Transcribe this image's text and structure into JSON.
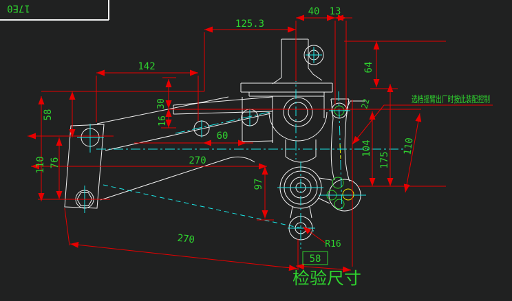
{
  "drawing": {
    "corner_label": "17E0",
    "note_text": "选档摇臂出厂时按此装配控制",
    "inspection_text": "检验尺寸",
    "colors": {
      "background": "#202121",
      "geometry": "#f2f2f2",
      "dimension_lines": "#e80000",
      "dimension_text": "#2fd32f",
      "centerlines": "#1ae8e8",
      "highlight_circle": "#e8e800"
    },
    "dimensions": {
      "top_width_40": "40",
      "top_width_13": "13",
      "top_offset_125_3": "125.3",
      "left_span_142": "142",
      "left_height_58": "58",
      "left_height_110": "110",
      "left_height_76": "76",
      "mid_height_30": "30",
      "mid_height_16": "16",
      "mid_span_60": "60",
      "mid_span_270": "270",
      "mid_height_97": "97",
      "bottom_span_270": "270",
      "right_height_64": "64",
      "right_height_104": "104",
      "right_height_175": "175",
      "right_length_110": "110",
      "lever_width_22": "22",
      "fillet_radius": "R16",
      "reference_58": "58"
    }
  }
}
